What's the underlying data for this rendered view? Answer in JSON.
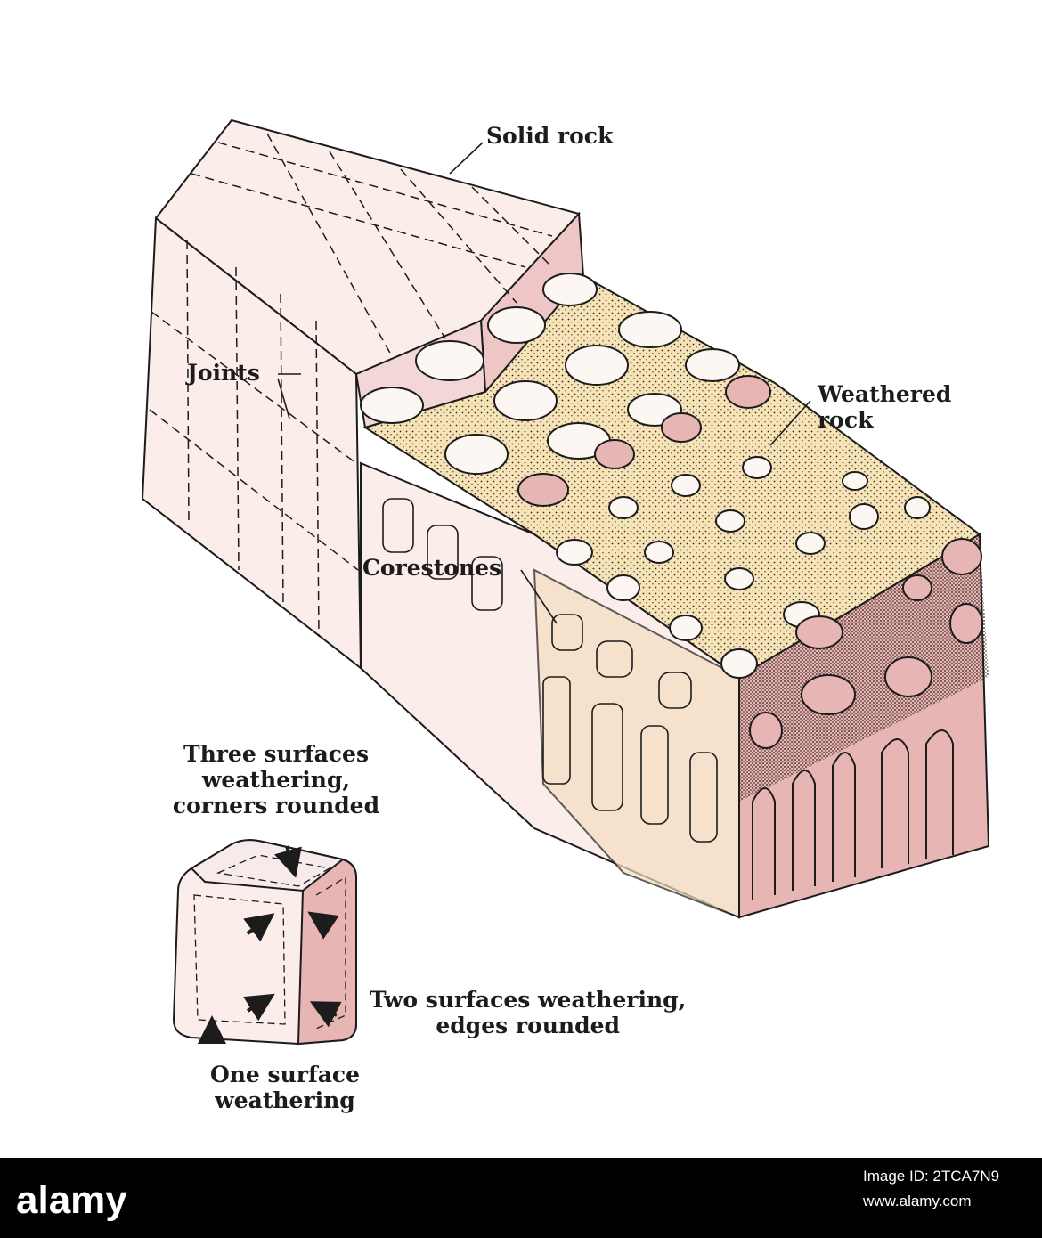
{
  "labels": {
    "solid_rock": "Solid rock",
    "joints": "Joints",
    "weathered_rock": "Weathered\nrock",
    "corestones": "Corestones",
    "three_surfaces": "Three surfaces\nweathering,\ncorners rounded",
    "two_surfaces": "Two surfaces weathering,\nedges rounded",
    "one_surface": "One surface\nweathering"
  },
  "footer": {
    "logo_text": "alamy",
    "image_id": "Image ID: 2TCA7N9",
    "url": "www.alamy.com"
  },
  "colors": {
    "solid_rock": "#fbeeea",
    "weathered_rock": "#f6e3b8",
    "corestone_core": "#e8b5b5",
    "ink": "#1c1c1c"
  }
}
